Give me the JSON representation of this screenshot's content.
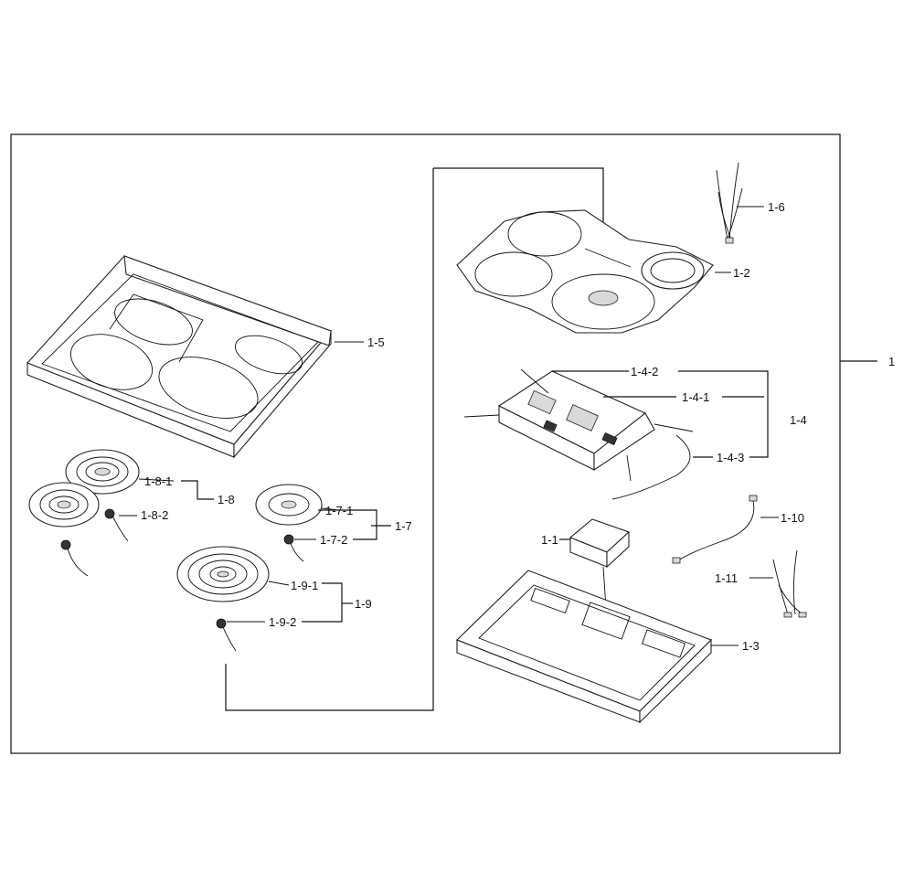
{
  "labels": {
    "l1": "1",
    "l1_1": "1-1",
    "l1_2": "1-2",
    "l1_3": "1-3",
    "l1_4": "1-4",
    "l1_4_1": "1-4-1",
    "l1_4_2": "1-4-2",
    "l1_4_3": "1-4-3",
    "l1_5": "1-5",
    "l1_6": "1-6",
    "l1_7": "1-7",
    "l1_7_1": "1-7-1",
    "l1_7_2": "1-7-2",
    "l1_8": "1-8",
    "l1_8_1": "1-8-1",
    "l1_8_2": "1-8-2",
    "l1_9": "1-9",
    "l1_9_1": "1-9-1",
    "l1_9_2": "1-9-2",
    "l1_10": "1-10",
    "l1_11": "1-11"
  }
}
